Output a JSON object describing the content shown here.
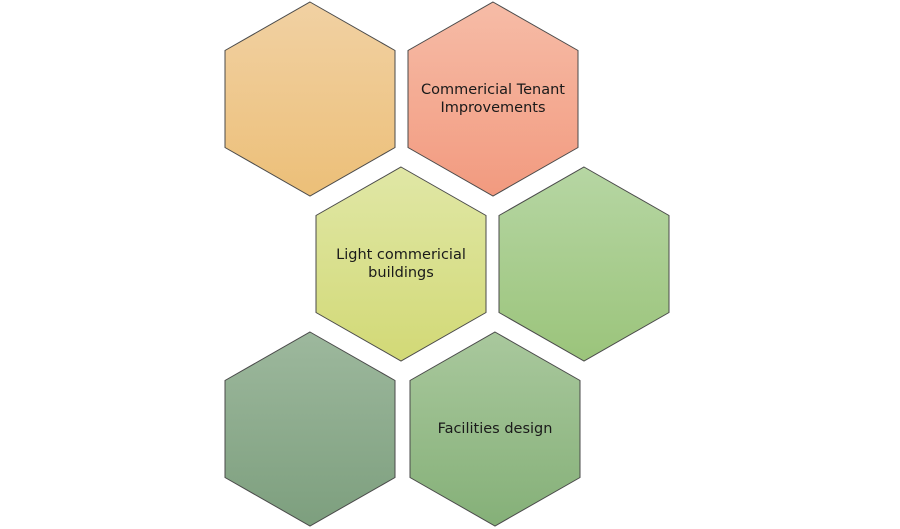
{
  "hexagons": [
    {
      "label": "",
      "colors": [
        "#f1d1a3",
        "#ecbf78"
      ]
    },
    {
      "label": "Commericial Tenant Improvements",
      "colors": [
        "#f6bca7",
        "#f29a7f"
      ]
    },
    {
      "label": "Light commericial buildings",
      "colors": [
        "#e0e7a6",
        "#d2d976"
      ]
    },
    {
      "label": "",
      "colors": [
        "#b6d6a3",
        "#9bc47b"
      ]
    },
    {
      "label": "",
      "colors": [
        "#9db89d",
        "#7d9f7e"
      ]
    },
    {
      "label": "Facilities design",
      "colors": [
        "#a9c89d",
        "#85b078"
      ]
    }
  ],
  "stroke_color": "#4a4a4a"
}
